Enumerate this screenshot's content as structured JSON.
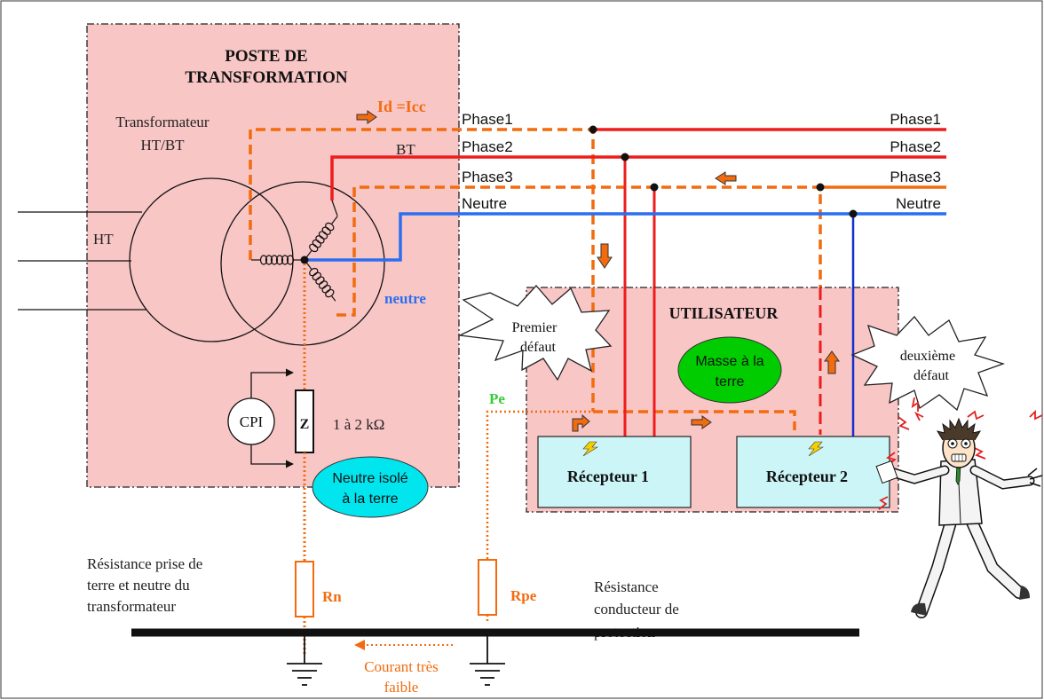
{
  "colors": {
    "station_fill": "#f9c6c6",
    "phase_red": "#ee1c1c",
    "neutral_blue": "#2a6ff0",
    "fault_orange": "#f26b0f",
    "green_text": "#33cc33",
    "cyan_fill": "#00e5ee",
    "green_fill": "#00cc00",
    "receptor_fill": "#ccf5f7"
  },
  "station": {
    "title_line1": "POSTE DE",
    "title_line2": "TRANSFORMATION",
    "transformer_line1": "Transformateur",
    "transformer_line2": "HT/BT",
    "ht_label": "HT",
    "bt_label": "BT",
    "neutral_label": "neutre",
    "cpi_label": "CPI",
    "impedance_label": "Z",
    "impedance_value": "1 à 2 kΩ",
    "isolated_line1": "Neutre isolé",
    "isolated_line2": "à la terre"
  },
  "current": {
    "id_label": "Id =Icc"
  },
  "lines_left": [
    "Phase1",
    "Phase2",
    "Phase3",
    "Neutre"
  ],
  "lines_right": [
    "Phase1",
    "Phase2",
    "Phase3",
    "Neutre"
  ],
  "faults": {
    "first_line1": "Premier",
    "first_line2": "défaut",
    "second_line1": "deuxième",
    "second_line2": "défaut"
  },
  "user": {
    "title": "UTILISATEUR",
    "mass_line1": "Masse à la",
    "mass_line2": "terre",
    "pe_label": "Pe",
    "receptor1": "Récepteur 1",
    "receptor2": "Récepteur 2"
  },
  "earth": {
    "rn_desc_line1": "Résistance prise de",
    "rn_desc_line2": "terre et neutre du",
    "rn_desc_line3": "transformateur",
    "rn_label": "Rn",
    "rpe_label": "Rpe",
    "rpe_desc_line1": "Résistance",
    "rpe_desc_line2": "conducteur de",
    "rpe_desc_line3": "protection",
    "weak_line1": "Courant très",
    "weak_line2": "faible"
  }
}
